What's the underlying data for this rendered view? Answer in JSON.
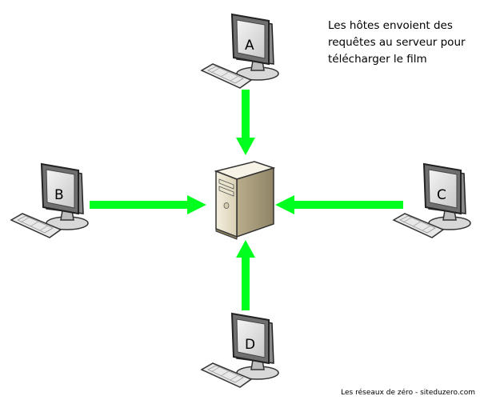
{
  "caption": "Les hôtes envoient des requêtes au serveur pour télécharger le film",
  "footer": "Les réseaux de zéro - siteduzero.com",
  "hosts": [
    {
      "label": "A"
    },
    {
      "label": "B"
    },
    {
      "label": "C"
    },
    {
      "label": "D"
    }
  ],
  "arrow_color": "#00ff1e",
  "icons": {
    "host": "desktop-computer-icon",
    "server": "server-tower-icon"
  }
}
